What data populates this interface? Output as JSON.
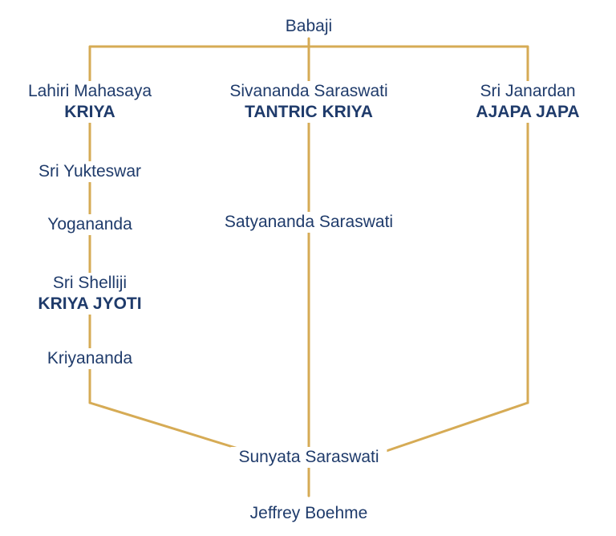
{
  "nodes": {
    "root": "Babaji",
    "lahiri": {
      "name": "Lahiri Mahasaya",
      "technique": "KRIYA"
    },
    "sivananda": {
      "name": "Sivananda Saraswati",
      "technique": "TANTRIC KRIYA"
    },
    "janardan": {
      "name": "Sri Janardan",
      "technique": "AJAPA JAPA"
    },
    "yukteswar": "Sri Yukteswar",
    "yogananda": "Yogananda",
    "shelliji": {
      "name": "Sri Shelliji",
      "technique": "KRIYA JYOTI"
    },
    "kriyananda": "Kriyananda",
    "satyananda": "Satyananda Saraswati",
    "sunyata": "Sunyata Saraswati",
    "jeffrey": "Jeffrey Boehme"
  },
  "colors": {
    "text": "#1f3b6b",
    "connector": "#d6ab55"
  }
}
